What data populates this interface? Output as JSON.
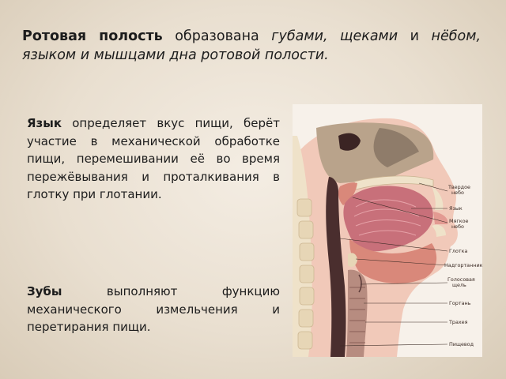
{
  "heading": {
    "part1_bold": "Ротовая полость",
    "part2": " образована  ",
    "part3_italic": "губами, щеками",
    "part4": " и ",
    "part5_italic": "нёбом, языком и мышцами дна ротовой полости."
  },
  "para1": {
    "bold": "Язык",
    "text": " определяет вкус пищи, берёт участие в механической обработке пищи, перемешивании её во время пережёвывания и проталкивания в глотку при глотании."
  },
  "para2": {
    "bold": "Зубы",
    "text": " выполняют функцию механического измельчения и перетирания пищи."
  },
  "figure": {
    "labels": {
      "hard_palate_1": "Твердое",
      "hard_palate_2": "небо",
      "tongue": "Язык",
      "soft_palate_1": "Мягкое",
      "soft_palate_2": "небо",
      "pharynx": "Глотка",
      "epiglottis": "Надгортанник",
      "glottis_1": "Голосовая",
      "glottis_2": "щель",
      "larynx": "Гортань",
      "trachea": "Трахея",
      "esophagus": "Пищевод"
    },
    "colors": {
      "bone": "#efe2c9",
      "muscle": "#d9887a",
      "tongue": "#c8707a",
      "cavity": "#4a2e2e",
      "skin": "#f1c9b9"
    }
  }
}
